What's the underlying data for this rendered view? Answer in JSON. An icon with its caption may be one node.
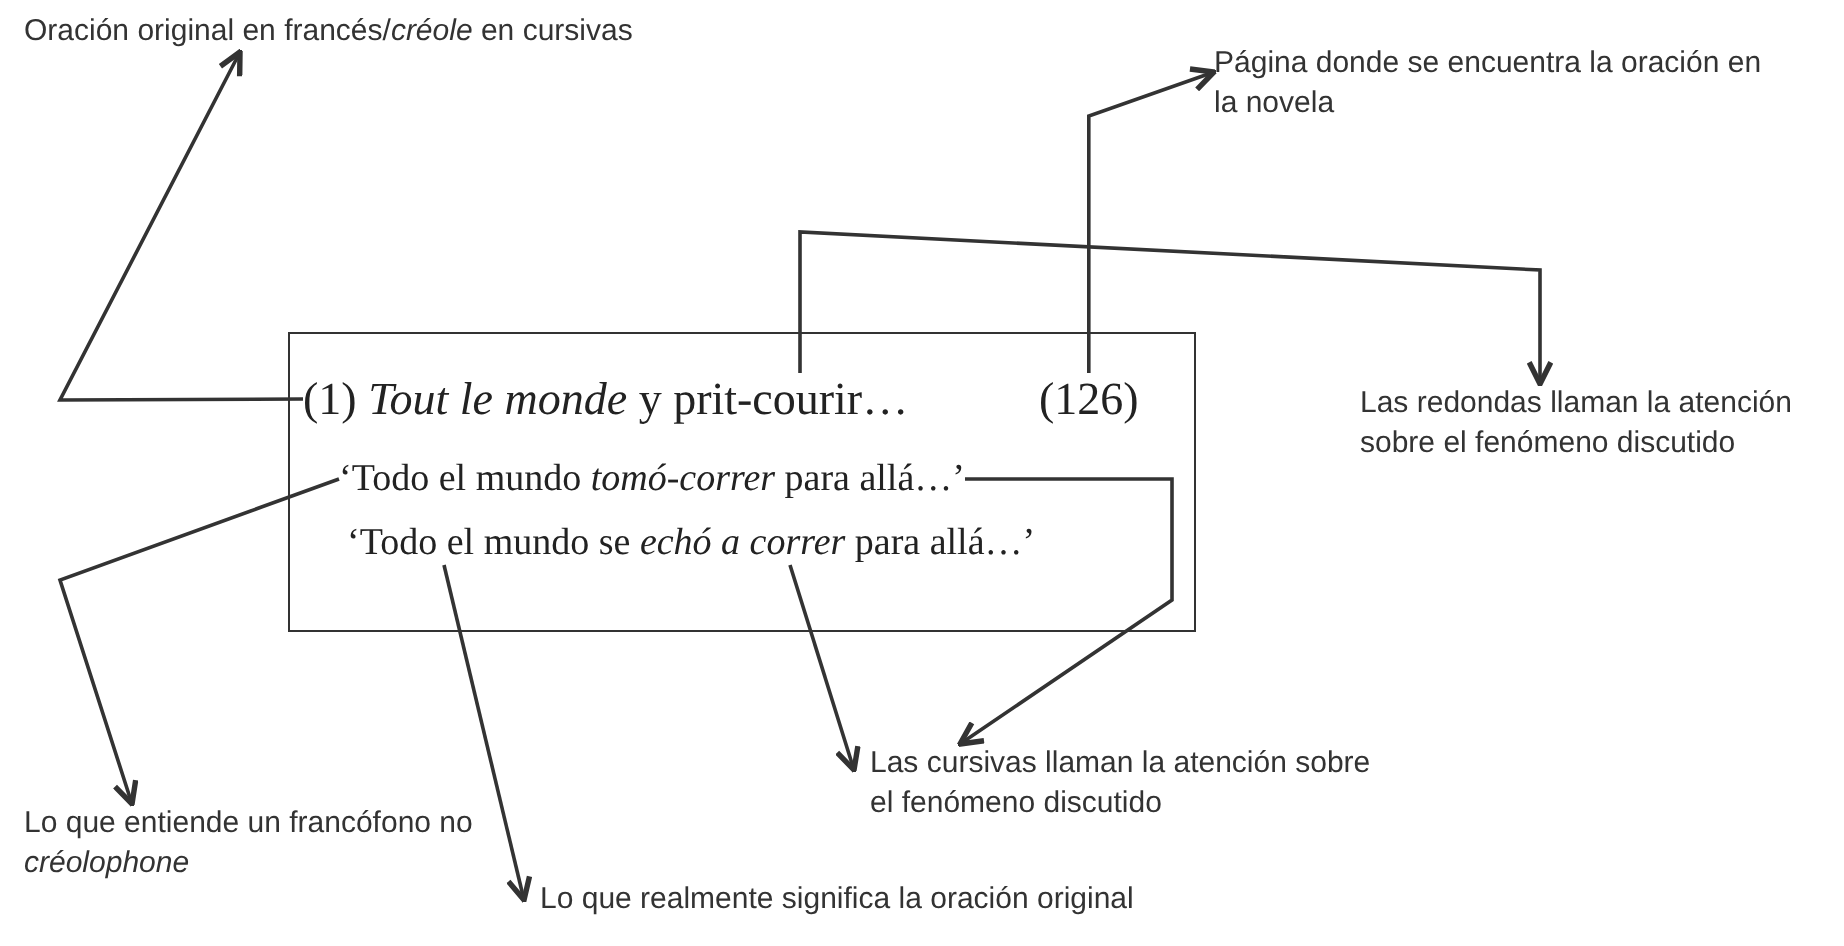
{
  "diagram": {
    "nodes": [
      {
        "text": [],
        "shape": "box"
      },
      {
        "text": [
          "(1) *Tout le monde* y prit-courir…"
        ],
        "in": 0
      },
      {
        "text": [
          "(126)"
        ],
        "in": 0
      },
      {
        "text": [
          "‘Todo el mundo *tomó-correr* para allá…’"
        ],
        "in": 0
      },
      {
        "text": [
          "‘Todo el mundo se *echó a correr* para allá…’"
        ],
        "in": 0
      },
      {
        "text": [
          "Oración original en francés/*créole* en cursivas"
        ]
      },
      {
        "text": [
          "Página donde se encuentra la oración en la novela"
        ]
      },
      {
        "text": [
          "Las redondas llaman la atención sobre el fenómeno discutido"
        ]
      },
      {
        "text": [
          "Las cursivas llaman la atención sobre el fenómeno discutido"
        ]
      },
      {
        "text": [
          "Lo que entiende un francófono no *créolophone*"
        ]
      },
      {
        "text": [
          "Lo que realmente significa la oración original"
        ]
      }
    ],
    "edges": [
      {
        "from": 1,
        "to": 5,
        "arrow": "to"
      },
      {
        "from": 2,
        "to": 6,
        "arrow": "to"
      },
      {
        "from": 1,
        "to": 7,
        "arrow": "to"
      },
      {
        "from": 3,
        "to": 8,
        "arrow": "to"
      },
      {
        "from": 4,
        "to": 8,
        "arrow": "to"
      },
      {
        "from": 3,
        "to": 9,
        "arrow": "to"
      },
      {
        "from": 4,
        "to": 10,
        "arrow": "to"
      }
    ]
  }
}
